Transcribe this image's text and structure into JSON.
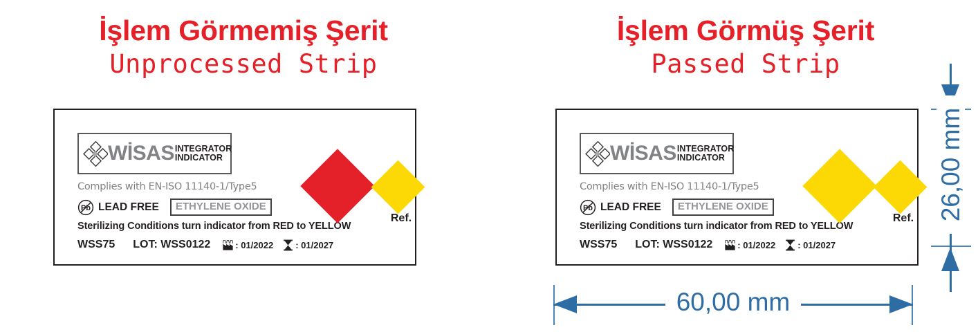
{
  "colors": {
    "red": "#E42128",
    "yellow": "#FCD905",
    "blue": "#2E6DA4",
    "gray": "#808285",
    "dark": "#231f20"
  },
  "panels": [
    {
      "id": "unprocessed",
      "heading_tr": "İşlem Görmemiş Şerit",
      "heading_en": "Unprocessed Strip",
      "main_diamond_color": "#E42128",
      "ref_diamond_color": "#FCD905"
    },
    {
      "id": "passed",
      "heading_tr": "İşlem Görmüş Şerit",
      "heading_en": "Passed Strip",
      "main_diamond_color": "#FCD905",
      "ref_diamond_color": "#FCD905"
    }
  ],
  "label": {
    "brand": "WİSAS",
    "brand_sub_line1": "INTEGRATOR",
    "brand_sub_line2": "INDICATOR",
    "complies": "Complies with EN-ISO 11140-1/Type5",
    "lead_free": "LEAD FREE",
    "ethylene_oxide": "ETHYLENE OXIDE",
    "sterilizing": "Sterilizing Conditions turn indicator from  RED  to YELLOW",
    "model": "WSS75",
    "lot": "LOT: WSS0122",
    "manufacture_date": ": 01/2022",
    "expiry_date": ": 01/2027",
    "ref_label": "Ref."
  },
  "dimensions": {
    "width_label": "60,00 mm",
    "height_label": "26,00 mm"
  }
}
